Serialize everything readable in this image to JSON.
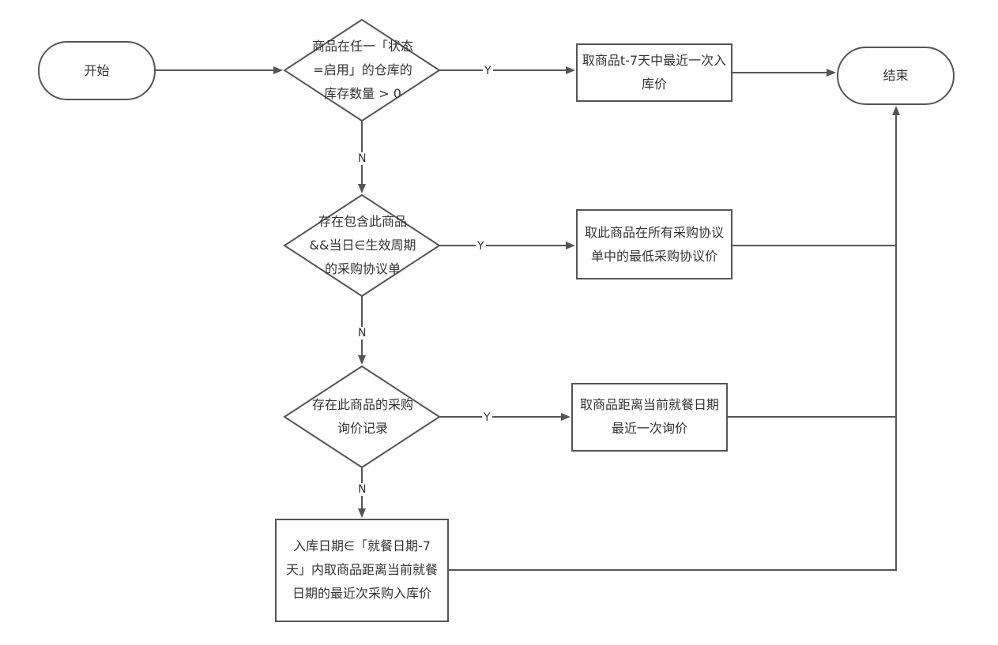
{
  "nodes": {
    "start": "开始",
    "d1": "商品在任一「状态=启用」的仓库的库存数量 > 0",
    "r1": "取商品t-7天中最近一次入库价",
    "end": "结束",
    "d2": "存在包含此商品&&当日∈生效周期的采购协议单",
    "r2": "取此商品在所有采购协议单中的最低采购协议价",
    "d3": "存在此商品的采购询价记录",
    "r3": "取商品距离当前就餐日期最近一次询价",
    "r4": "入库日期∈「就餐日期-7天」内取商品距离当前就餐日期的最近次采购入库价"
  },
  "edges": {
    "yes": "Y",
    "no": "N"
  },
  "colors": {
    "stroke": "#555555",
    "text": "#333333",
    "background": "#ffffff"
  }
}
